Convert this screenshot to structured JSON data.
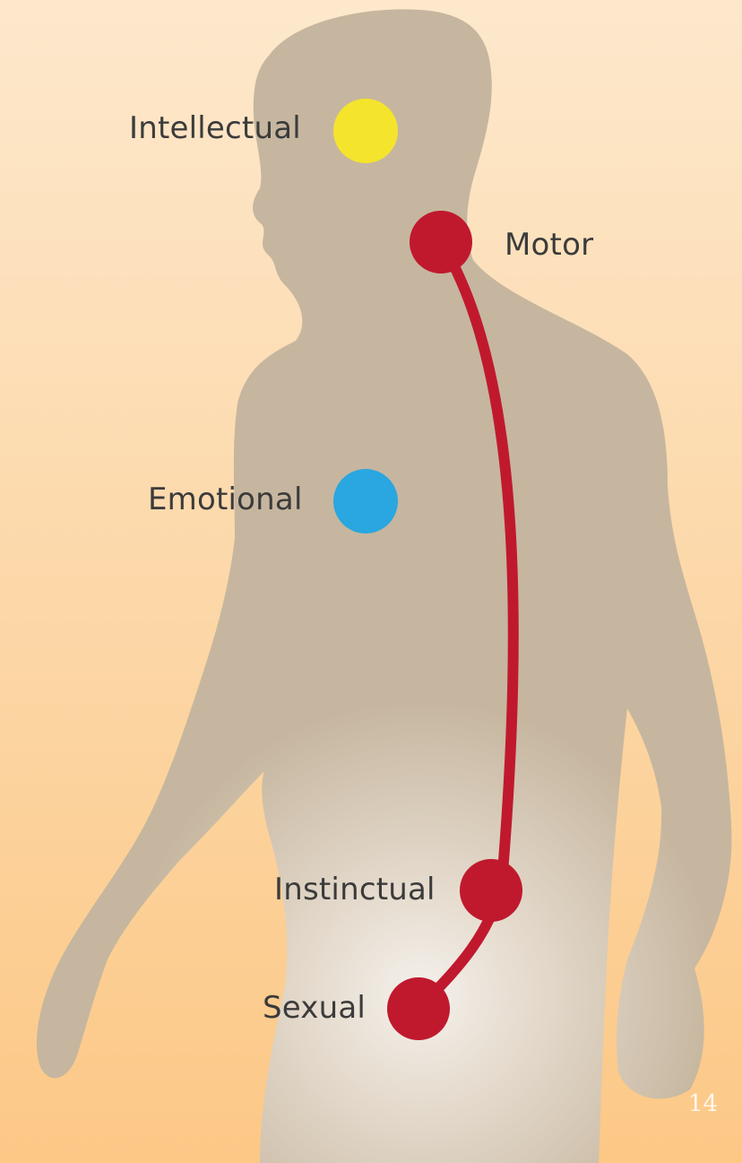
{
  "centers": {
    "intellectual": {
      "label": "Intellectual",
      "color": "#f5e42c"
    },
    "motor": {
      "label": "Motor",
      "color": "#c0192e"
    },
    "emotional": {
      "label": "Emotional",
      "color": "#2aa6e0"
    },
    "instinctual": {
      "label": "Instinctual",
      "color": "#c0192e"
    },
    "sexual": {
      "label": "Sexual",
      "color": "#c0192e"
    }
  },
  "spine_color": "#c0192e",
  "background": {
    "top": "#fde7c9",
    "bottom": "#fcc984"
  },
  "silhouette_color": "#c7b79f",
  "page_number": "14"
}
